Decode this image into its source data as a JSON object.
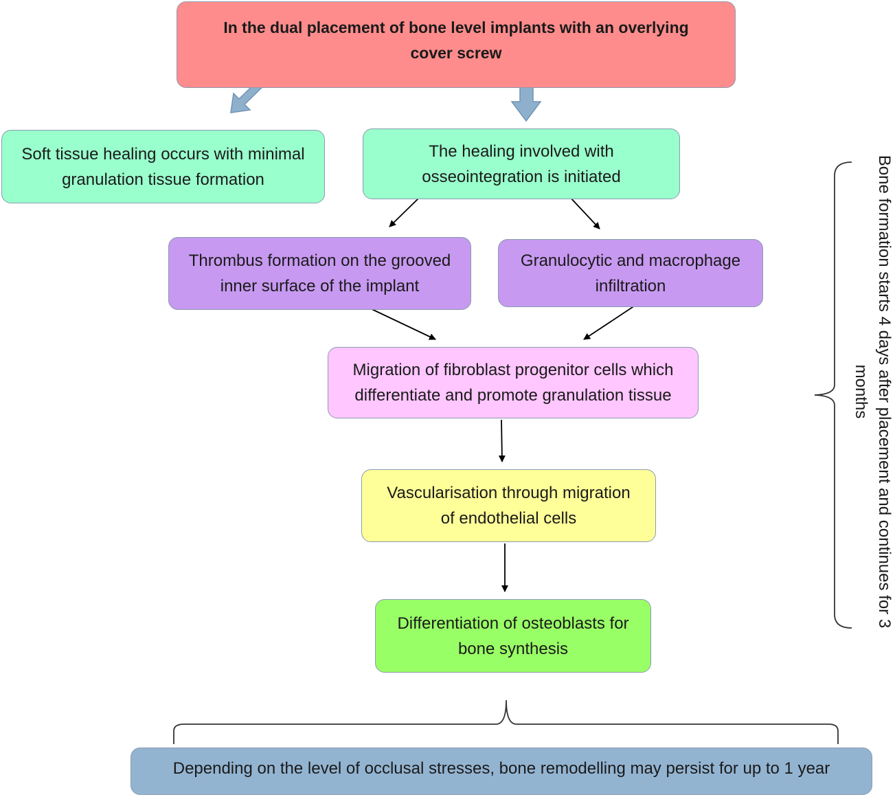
{
  "diagram": {
    "top": {
      "line1": "In the dual placement of bone level implants with an overlying",
      "line2": "cover screw"
    },
    "soft_tissue": {
      "line1": "Soft tissue healing occurs with minimal",
      "line2": "granulation tissue formation"
    },
    "osseointegration": {
      "line1": "The healing involved with",
      "line2": "osseointegration is initiated"
    },
    "thrombus": {
      "line1": "Thrombus formation on the grooved",
      "line2": "inner surface of the implant"
    },
    "granulocytic": {
      "line1": "Granulocytic and macrophage",
      "line2": "infiltration"
    },
    "migration": {
      "line1": "Migration of fibroblast progenitor cells which",
      "line2": "differentiate and promote granulation tissue"
    },
    "vascularisation": {
      "line1": "Vascularisation through migration",
      "line2": "of endothelial cells"
    },
    "osteoblasts": {
      "line1": "Differentiation of osteoblasts for",
      "line2": "bone synthesis"
    },
    "remodelling": {
      "text": "Depending on the level of occlusal stresses, bone remodelling may persist for up to 1 year"
    },
    "side_note": {
      "line1": "Bone formation starts 4 days after placement and continues for 3",
      "line2": "months"
    }
  },
  "colors": {
    "top": "#ff8c8c",
    "mint": "#99ffcc",
    "purple": "#c799f0",
    "pink": "#ffc6ff",
    "yellow": "#ffff99",
    "green": "#99ff66",
    "blue_grey": "#93b4d1",
    "block_arrow": "#8fb0cc"
  }
}
